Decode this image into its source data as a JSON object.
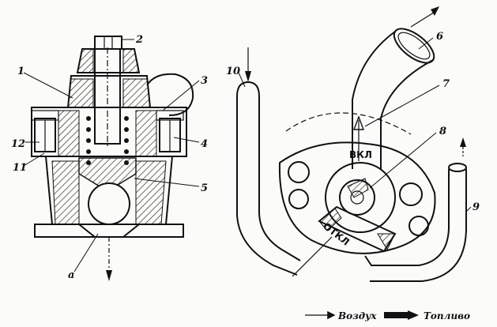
{
  "callouts": {
    "n1": "1",
    "n2": "2",
    "n3": "3",
    "n4": "4",
    "n5": "5",
    "n6": "6",
    "n7": "7",
    "n8": "8",
    "n9": "9",
    "n10": "10",
    "n11": "11",
    "n12": "12",
    "a": "a"
  },
  "markings": {
    "vkl": "ВКЛ",
    "otkl": "ОТКЛ"
  },
  "legend": {
    "air": "Воздух",
    "fuel": "Топливо"
  }
}
